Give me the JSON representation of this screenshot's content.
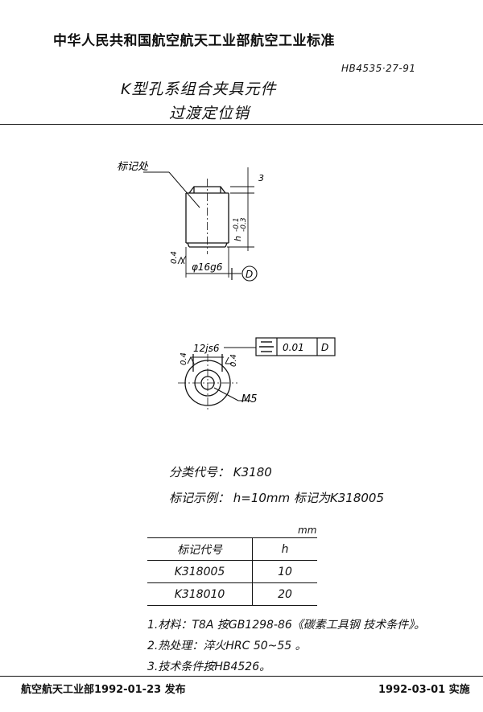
{
  "header": {
    "organization": "中华人民共和国航空航天工业部航空工业标准",
    "standard_code": "HB4535·27-91",
    "title_line1": "K型孔系组合夹具元件",
    "title_line2": "过渡定位销"
  },
  "drawing": {
    "mark_label": "标记处",
    "dim_top": "3",
    "dim_height": "h",
    "tol_upper": "-0.1",
    "tol_lower": "-0.3",
    "roughness_left": "0.4",
    "dia_label": "φ16g6",
    "datum": "D",
    "dim_width": "12js6",
    "roughness_top": "0.4",
    "roughness_side": "0.4",
    "thread": "M5",
    "sym_tolerance": "0.01",
    "sym_datum": "D"
  },
  "info": {
    "classify": "分类代号：  K3180",
    "example": "标记示例：  h=10mm  标记为K318005"
  },
  "table": {
    "unit": "mm",
    "headers": [
      "标记代号",
      "h"
    ],
    "rows": [
      [
        "K318005",
        "10"
      ],
      [
        "K318010",
        "20"
      ]
    ]
  },
  "notes": [
    "1.材料：T8A 按GB1298-86《碳素工具钢 技术条件》。",
    "2.热处理：淬火HRC 50~55 。",
    "3.技术条件按HB4526。"
  ],
  "footer": {
    "issued": "航空航天工业部1992-01-23 发布",
    "effective": "1992-03-01 实施"
  }
}
